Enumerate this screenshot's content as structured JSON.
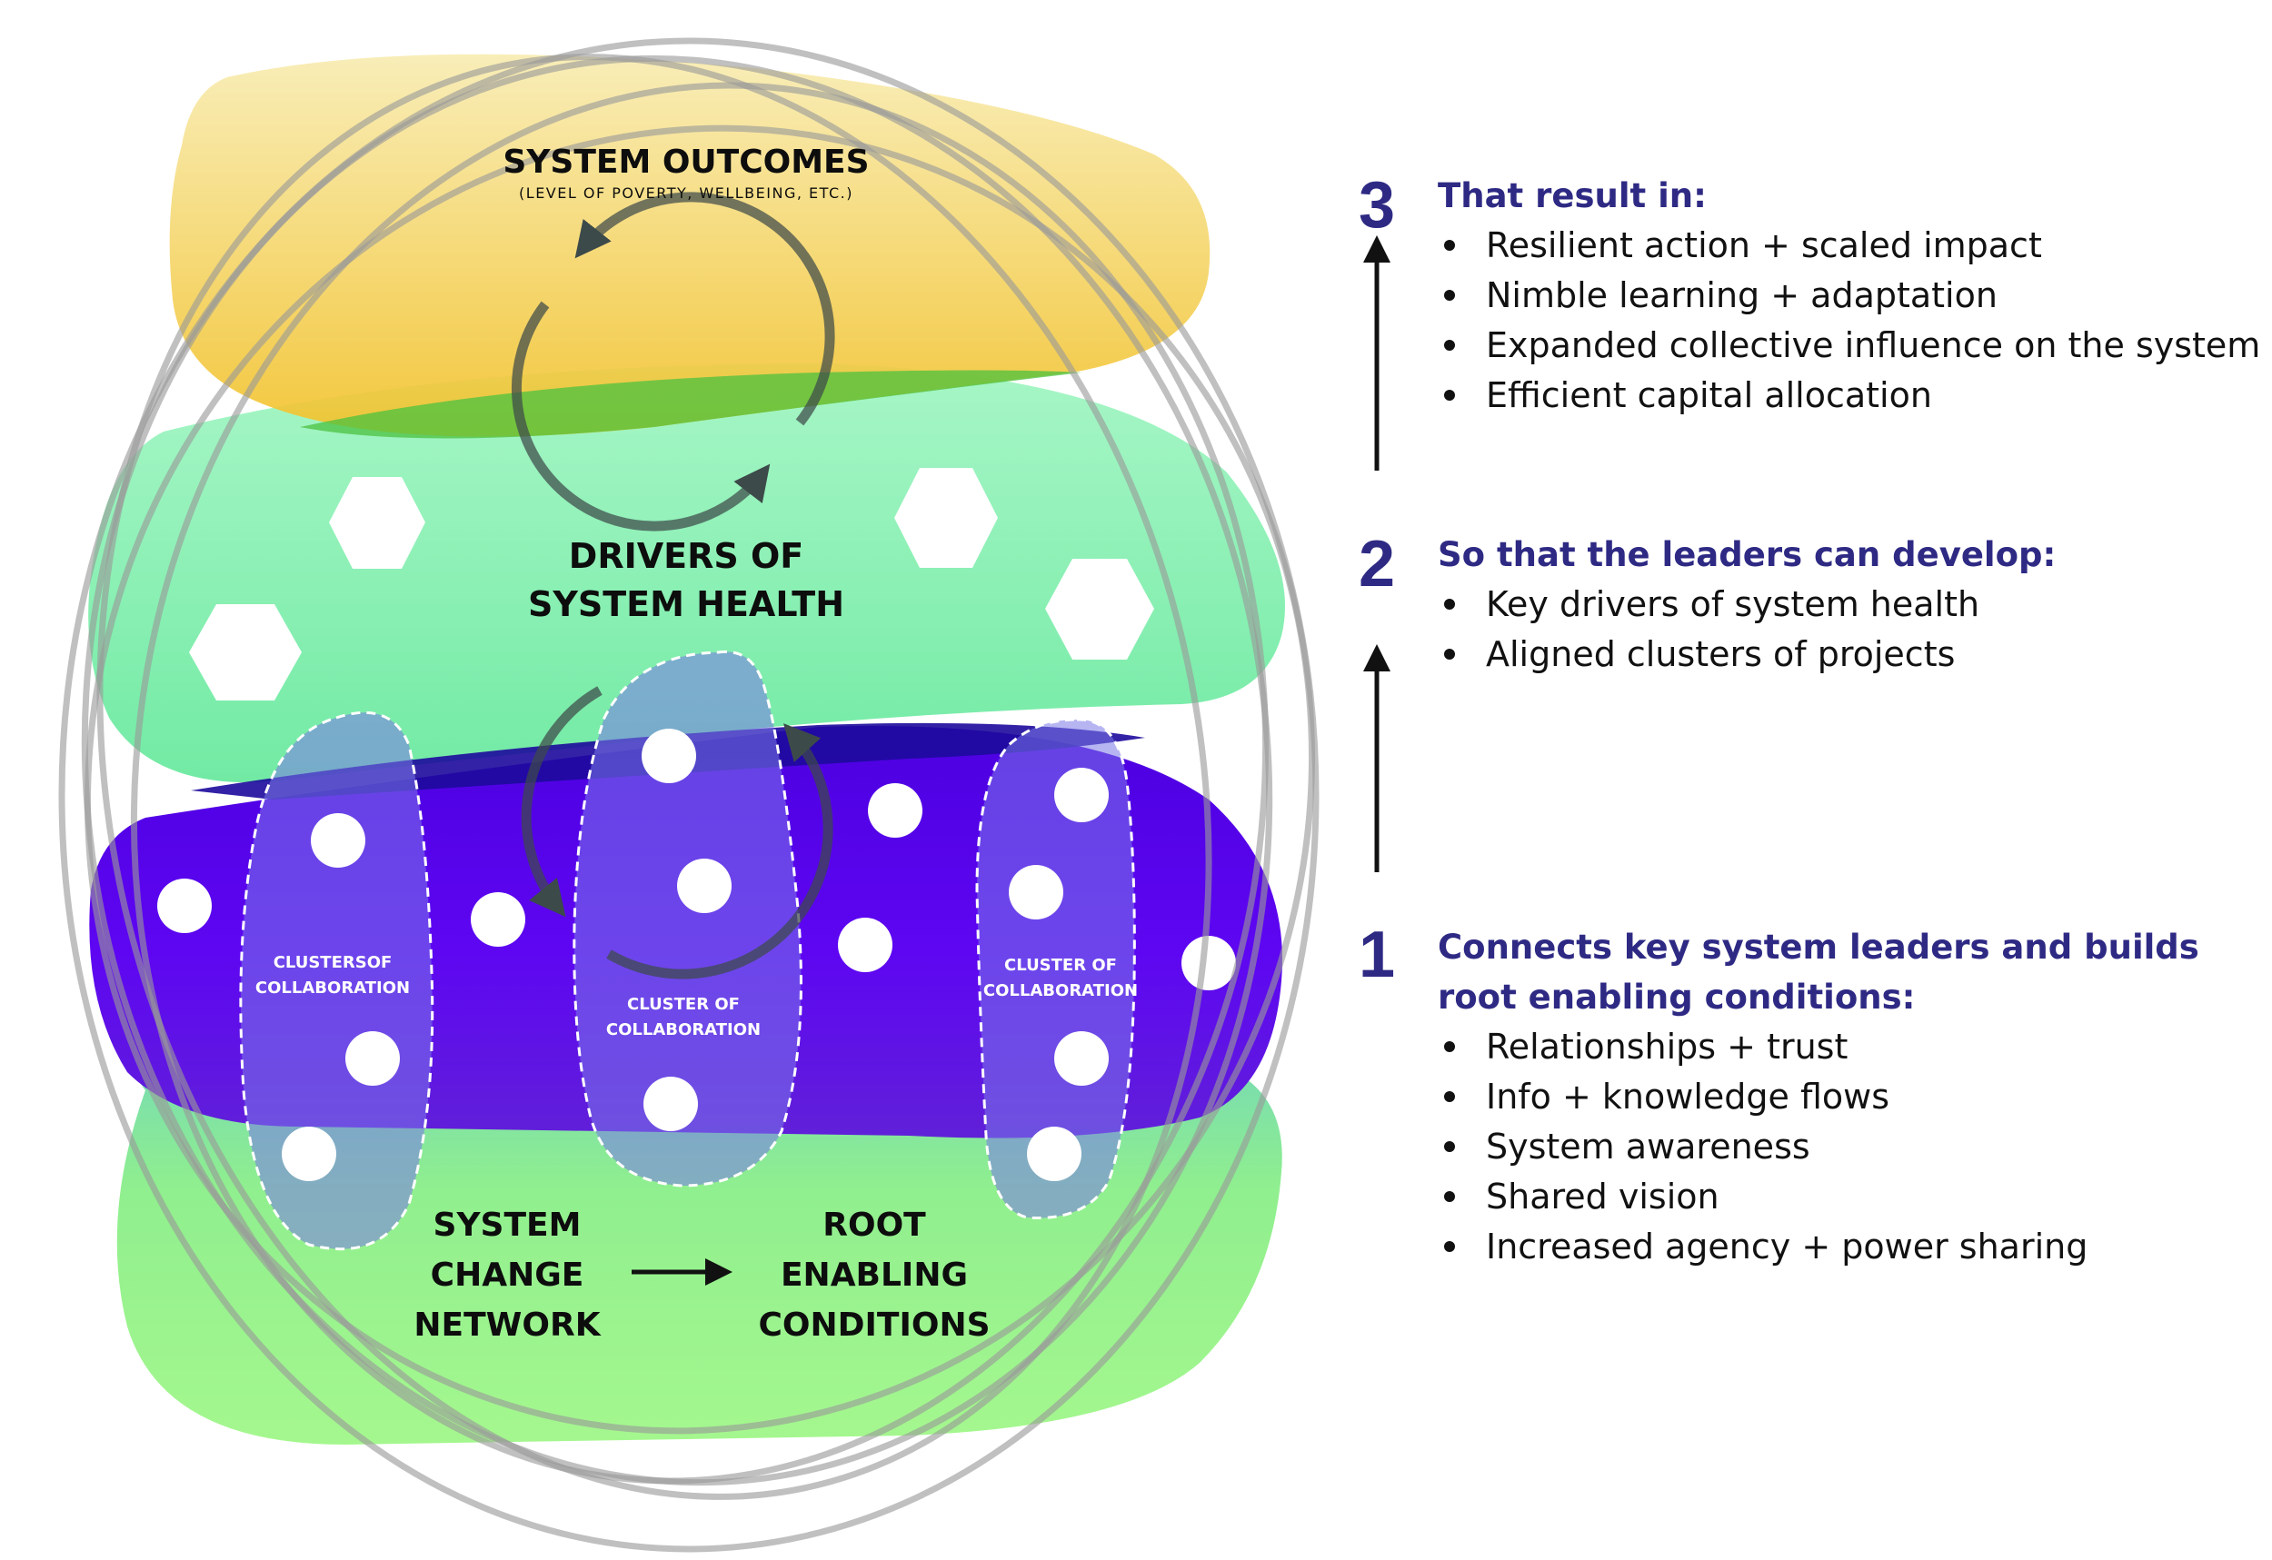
{
  "colors": {
    "accent": "#2e2a84",
    "outcomes_layer": "#f3c93a",
    "health_layer": "#6eea9c",
    "network_layer": "#5a00f0",
    "base_layer": "#8ef07a",
    "ring": "#9a9a9a",
    "loop_arrow": "#3d4a4a",
    "text_dark": "#0d0d0d",
    "text_light": "#ffffff"
  },
  "diagram": {
    "outcomes_title": "SYSTEM OUTCOMES",
    "outcomes_subtitle": "(LEVEL OF POVERTY, WELLBEING, ETC.)",
    "health_title_1": "DRIVERS OF",
    "health_title_2": "SYSTEM HEALTH",
    "cluster_left_1": "CLUSTERSOF",
    "cluster_left_2": "COLLABORATION",
    "cluster_mid_1": "CLUSTER OF",
    "cluster_mid_2": "COLLABORATION",
    "cluster_right_1": "CLUSTER OF",
    "cluster_right_2": "COLLABORATION",
    "network_1": "SYSTEM",
    "network_2": "CHANGE",
    "network_3": "NETWORK",
    "root_1": "ROOT",
    "root_2": "ENABLING",
    "root_3": "CONDITIONS"
  },
  "steps": [
    {
      "number": "3",
      "heading_lines": [
        "That result in:"
      ],
      "bullets": [
        "Resilient action + scaled impact",
        "Nimble learning + adaptation",
        "Expanded collective influence on the system",
        "Efficient capital allocation"
      ]
    },
    {
      "number": "2",
      "heading_lines": [
        "So that the leaders can develop:"
      ],
      "bullets": [
        "Key drivers of system health",
        "Aligned clusters of projects"
      ]
    },
    {
      "number": "1",
      "heading_lines": [
        "Connects key system leaders and builds",
        "root enabling conditions:"
      ],
      "bullets": [
        "Relationships + trust",
        "Info + knowledge flows",
        "System awareness",
        "Shared vision",
        "Increased agency + power sharing"
      ]
    }
  ]
}
